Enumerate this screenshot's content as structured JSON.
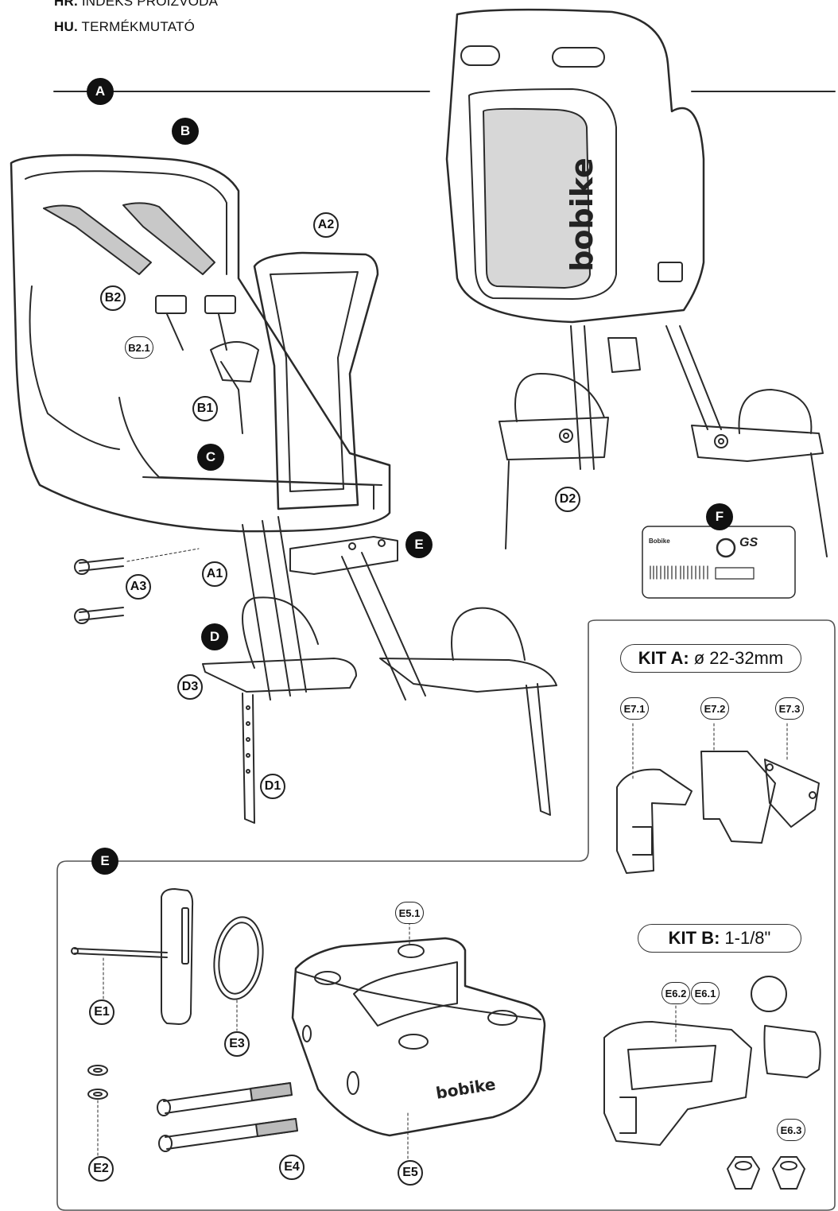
{
  "header": {
    "line1_code": "HR.",
    "line1_text": "INDEKS PROIZVODA",
    "line2_code": "HU.",
    "line2_text": "TERMÉKMUTATÓ"
  },
  "section_badges": {
    "a": "A",
    "b": "B",
    "c": "C",
    "d": "D",
    "e": "E",
    "f": "F",
    "e_panel": "E"
  },
  "part_labels": {
    "a1": "A1",
    "a2": "A2",
    "a3": "A3",
    "b1": "B1",
    "b2": "B2",
    "b21": "B2.1",
    "d1": "D1",
    "d2": "D2",
    "d3": "D3",
    "e1": "E1",
    "e2": "E2",
    "e3": "E3",
    "e4": "E4",
    "e5": "E5",
    "e51": "E5.1",
    "e61": "E6.1",
    "e62": "E6.2",
    "e63": "E6.3",
    "e71": "E7.1",
    "e72": "E7.2",
    "e73": "E7.3"
  },
  "kit_a": {
    "name": "KIT A:",
    "size": "ø 22-32mm"
  },
  "kit_b": {
    "name": "KIT B:",
    "size": "1-1/8\""
  },
  "brand": {
    "seat_logo": "bobike",
    "bracket_logo": "bobike"
  },
  "sticker": {
    "brand": "Bobike",
    "certification": "GS"
  },
  "colors": {
    "ink": "#111111",
    "line": "#2a2a2a",
    "shade": "#9a9a9a",
    "paper": "#ffffff"
  }
}
